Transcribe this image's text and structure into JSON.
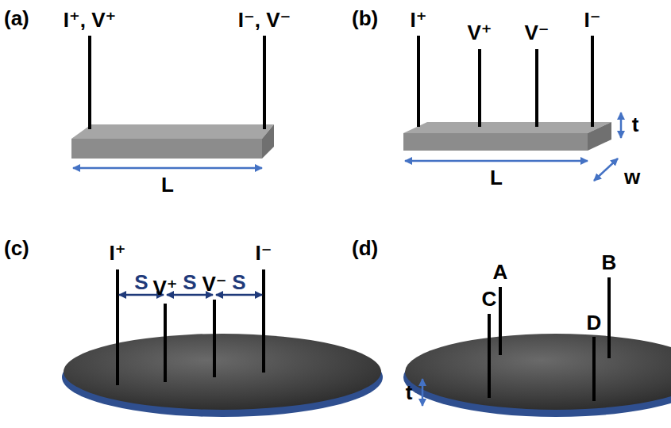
{
  "diagram": {
    "labels": [
      "(a)",
      "I⁺, V⁺",
      "I⁻, V⁻",
      "L",
      "(b)",
      "I⁺",
      "V⁺",
      "V⁻",
      "I⁻",
      "t",
      "w",
      "L",
      "(c)",
      "I⁺",
      "V⁺",
      "V⁻",
      "I⁻",
      "S",
      "S",
      "S",
      "(d)",
      "A",
      "C",
      "B",
      "D",
      "t"
    ]
  }
}
